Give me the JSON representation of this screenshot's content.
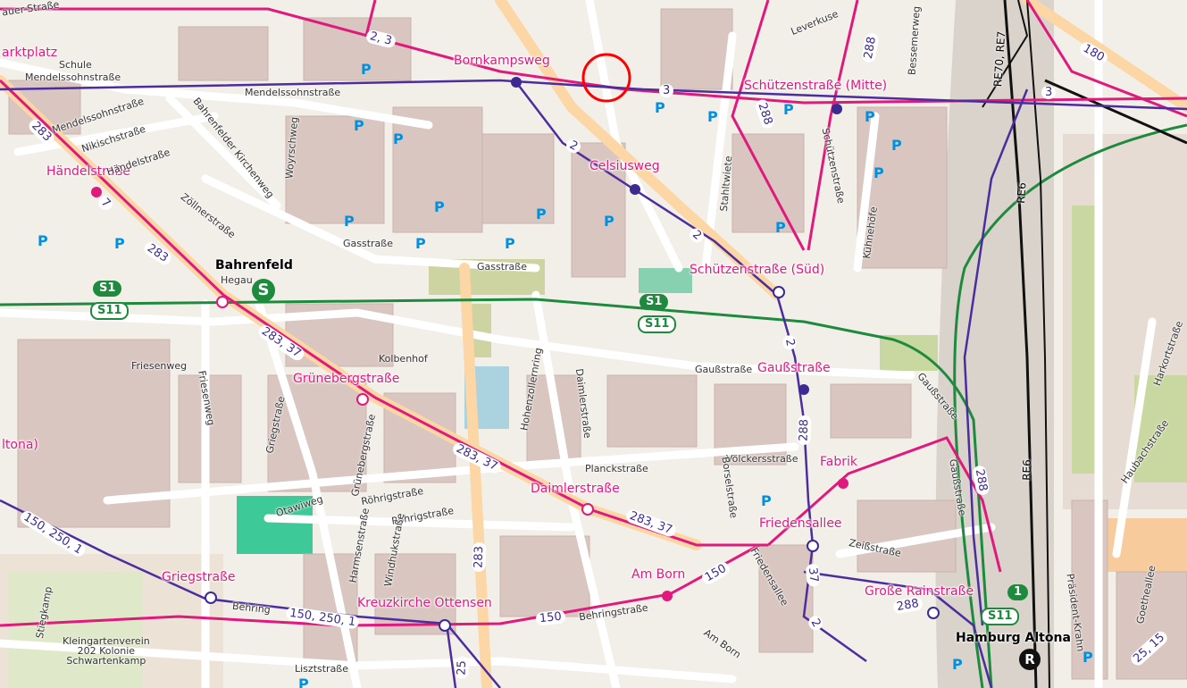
{
  "colors": {
    "primary_route": "#e0197d",
    "bus_route": "#4b2d9e",
    "sbahn": "#1e8a3e",
    "rail": "#111111",
    "street_casing": "#ffffff",
    "major_road": "#fcd6a4",
    "parking": "#0090e0",
    "highlight_circle": "#ff0000"
  },
  "icons": {
    "sbahn": "S",
    "regional": "R",
    "parking": "P"
  },
  "stops": {
    "marktplatz": "arktplatz",
    "bornkampsweg": "Bornkampsweg",
    "schuetzenstrasse_mitte": "Schützenstraße (Mitte)",
    "haendelstrasse": "Händelstraße",
    "celsiusweg": "Celsiusweg",
    "schuetzenstrasse_sued": "Schützenstraße (Süd)",
    "gaussstrasse": "Gaußstraße",
    "grunebergstrasse": "Grünebergstraße",
    "altona_left": "ltona)",
    "fabrik": "Fabrik",
    "daimlerstrasse": "Daimlerstraße",
    "friedensallee": "Friedensallee",
    "griegstrasse": "Griegstraße",
    "am_born": "Am Born",
    "kreuzkirche": "Kreuzkirche Ottensen",
    "grosse_rainstrasse": "Große Rainstraße"
  },
  "stations": {
    "bahrenfeld": "Bahrenfeld",
    "hamburg_altona": "Hamburg Altona"
  },
  "streets": {
    "auerstrasse": "auer-Straße",
    "schule": "Schule",
    "mendelssohnstrasse_a": "Mendelssohnstraße",
    "mendelssohnstrasse_b": "Mendelssohnstraße",
    "mendelssohnstrasse_c": "Mendelssohnstraße",
    "nikischstrasse": "Nikischstraße",
    "haendelstrasse_street": "Händelstraße",
    "bahrenfelder_kirchenweg": "Bahrenfelder Kirchenweg",
    "zoellnerstrasse": "Zöllnerstraße",
    "woyrschweg": "Woyrschweg",
    "stahltwiete": "Stahltwiete",
    "kuehnehoefe": "Kühnehöfe",
    "leverkusen": "Leverkuse",
    "gasstrasse_a": "Gasstraße",
    "gasstrasse_b": "Gasstraße",
    "hegau": "Hegau",
    "friesenweg_a": "Friesenweg",
    "friesenweg_b": "Friesenweg",
    "kolbenhof": "Kolbenhof",
    "hohenzollernring": "Hohenzollernring",
    "daimlerstrasse_street": "Daimlerstraße",
    "gaussstrasse_street": "Gaußstraße",
    "gaussstrasse_right": "Gaußstraße",
    "gaussstrasse_right2": "Gaußstraße",
    "plancksstrasse": "Planckstraße",
    "voelckersstrasse": "Völckersstraße",
    "borselstrasse": "Borselstraße",
    "griegstrasse_street": "Griegstraße",
    "grunebergstrasse_street": "Grünebergstraße",
    "otawiweg": "Otawiweg",
    "roehrigstrasse_a": "Röhrigstraße",
    "roehrigstrasse_b": "Röhrigstraße",
    "harmsenstrasse": "Harmsenstraße",
    "windhukstrasse": "Windhukstraße",
    "behring_a": "Behring",
    "behringstrasse": "Behringstraße",
    "lisztstrasse": "Lisztstraße",
    "steegkamp": "Stiegkamp",
    "am_born_street": "Am Born",
    "friedensallee_street": "Friedensallee",
    "zeissstrasse": "Zeißstraße",
    "praesident_krahn": "Präsident-Krahn",
    "goethealle": "Goetheallee",
    "haubachstrasse": "Haubachstraße",
    "harkortstrasse": "Harkortstraße",
    "schuetzenstrasse_street": "Schützenstraße",
    "bessemerweg": "Bessemerweg"
  },
  "places": {
    "kleingarten": [
      "Kleingartenverein",
      "202 Kolonie",
      "Schwartenkamp"
    ]
  },
  "route_labels": {
    "r_2_3": "2, 3",
    "r_3_a": "3",
    "r_3_b": "3",
    "r_180": "180",
    "r_288_top": "288",
    "r_288_mid": "288",
    "r_283_left": "283",
    "r_283_b": "283",
    "r_2_a": "2",
    "r_2_b": "2",
    "r_2_c": "2",
    "r_283_37_a": "283, 37",
    "r_283_37_b": "283, 37",
    "r_283_37_c": "283, 37",
    "r_288_b": "288",
    "r_288_c": "288",
    "r_150_250_1_a": "150, 250, 1",
    "r_150_250_1_b": "150, 250, 1",
    "r_150": "150",
    "r_150_am_born": "150",
    "r_283_c": "283",
    "r_37": "37",
    "r_288_d": "288",
    "r_25_15": "25, 15",
    "r_2_d": "2",
    "r_25": "25",
    "r_7": "7"
  },
  "rail_labels": {
    "re70_re7": "RE70, RE7",
    "re6_a": "RE6",
    "re6_b": "RE6"
  },
  "sbahn_badges": {
    "s1_a": "S1",
    "s11_a": "S11",
    "s1_b": "S1",
    "s11_b": "S11",
    "s1_c": "1",
    "s11_c": "S11"
  }
}
